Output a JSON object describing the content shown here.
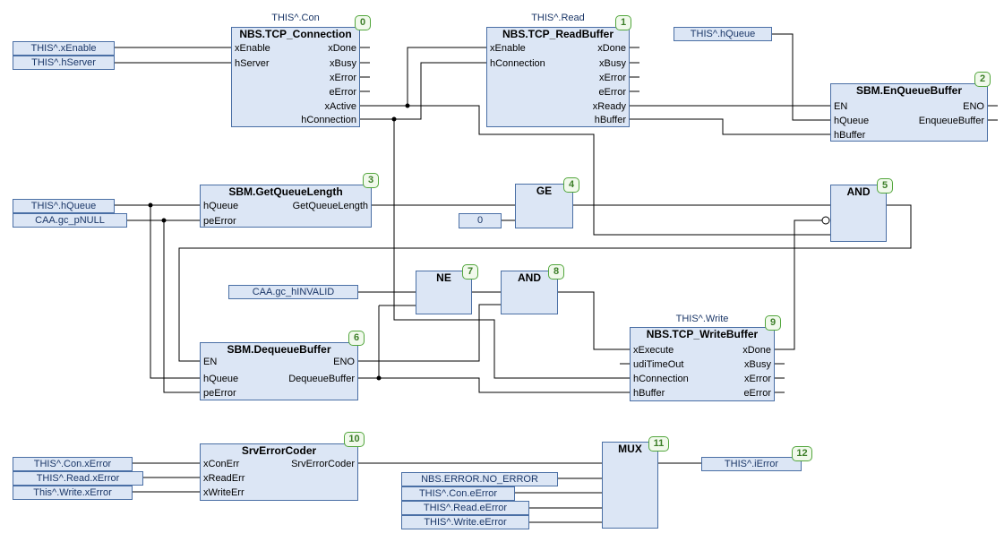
{
  "diagram_colors": {
    "block_fill": "#dce6f5",
    "block_border": "#4a6fa5",
    "operand_text": "#1b3768",
    "badge_border": "#52a63c",
    "badge_text": "#3c7e28",
    "wire": "#000000",
    "background": "#ffffff"
  },
  "blocks": {
    "con": {
      "badge": "0",
      "instance": "THIS^.Con",
      "name": "NBS.TCP_Connection",
      "inputs": [
        "xEnable",
        "hServer"
      ],
      "outputs": [
        "xDone",
        "xBusy",
        "xError",
        "eError",
        "xActive",
        "hConnection"
      ]
    },
    "read": {
      "badge": "1",
      "instance": "THIS^.Read",
      "name": "NBS.TCP_ReadBuffer",
      "inputs": [
        "xEnable",
        "hConnection"
      ],
      "outputs": [
        "xDone",
        "xBusy",
        "xError",
        "eError",
        "xReady",
        "hBuffer"
      ]
    },
    "enqueue": {
      "badge": "2",
      "name": "SBM.EnQueueBuffer",
      "inputs": [
        "EN",
        "hQueue",
        "hBuffer"
      ],
      "outputs": [
        "ENO",
        "EnqueueBuffer"
      ]
    },
    "getlen": {
      "badge": "3",
      "name": "SBM.GetQueueLength",
      "inputs": [
        "hQueue",
        "peError"
      ],
      "outputs": [
        "GetQueueLength"
      ]
    },
    "ge": {
      "badge": "4",
      "name": "GE"
    },
    "and5": {
      "badge": "5",
      "name": "AND"
    },
    "dequeue": {
      "badge": "6",
      "name": "SBM.DequeueBuffer",
      "inputs": [
        "EN",
        "hQueue",
        "peError"
      ],
      "outputs": [
        "ENO",
        "DequeueBuffer"
      ]
    },
    "ne": {
      "badge": "7",
      "name": "NE"
    },
    "and8": {
      "badge": "8",
      "name": "AND"
    },
    "write": {
      "badge": "9",
      "instance": "THIS^.Write",
      "name": "NBS.TCP_WriteBuffer",
      "inputs": [
        "xExecute",
        "udiTimeOut",
        "hConnection",
        "hBuffer"
      ],
      "outputs": [
        "xDone",
        "xBusy",
        "xError",
        "eError"
      ]
    },
    "srv": {
      "badge": "10",
      "name": "SrvErrorCoder",
      "inputs": [
        "xConErr",
        "xReadErr",
        "xWriteErr"
      ],
      "outputs": [
        "SrvErrorCoder"
      ]
    },
    "mux": {
      "badge": "11",
      "name": "MUX"
    }
  },
  "operands": {
    "xEnable": "THIS^.xEnable",
    "hServer": "THIS^.hServer",
    "hQueueTop": "THIS^.hQueue",
    "hQueueMid": "THIS^.hQueue",
    "pNull": "CAA.gc_pNULL",
    "zero": "0",
    "hInvalid": "CAA.gc_hINVALID",
    "conXError": "THIS^.Con.xError",
    "readXError": "THIS^.Read.xError",
    "writeXError": "This^.Write.xError",
    "noError": "NBS.ERROR.NO_ERROR",
    "conEError": "THIS^.Con.eError",
    "readEError": "THIS^.Read.eError",
    "writeEError": "THIS^.Write.eError",
    "iError": {
      "label": "THIS^.iError",
      "badge": "12"
    }
  }
}
